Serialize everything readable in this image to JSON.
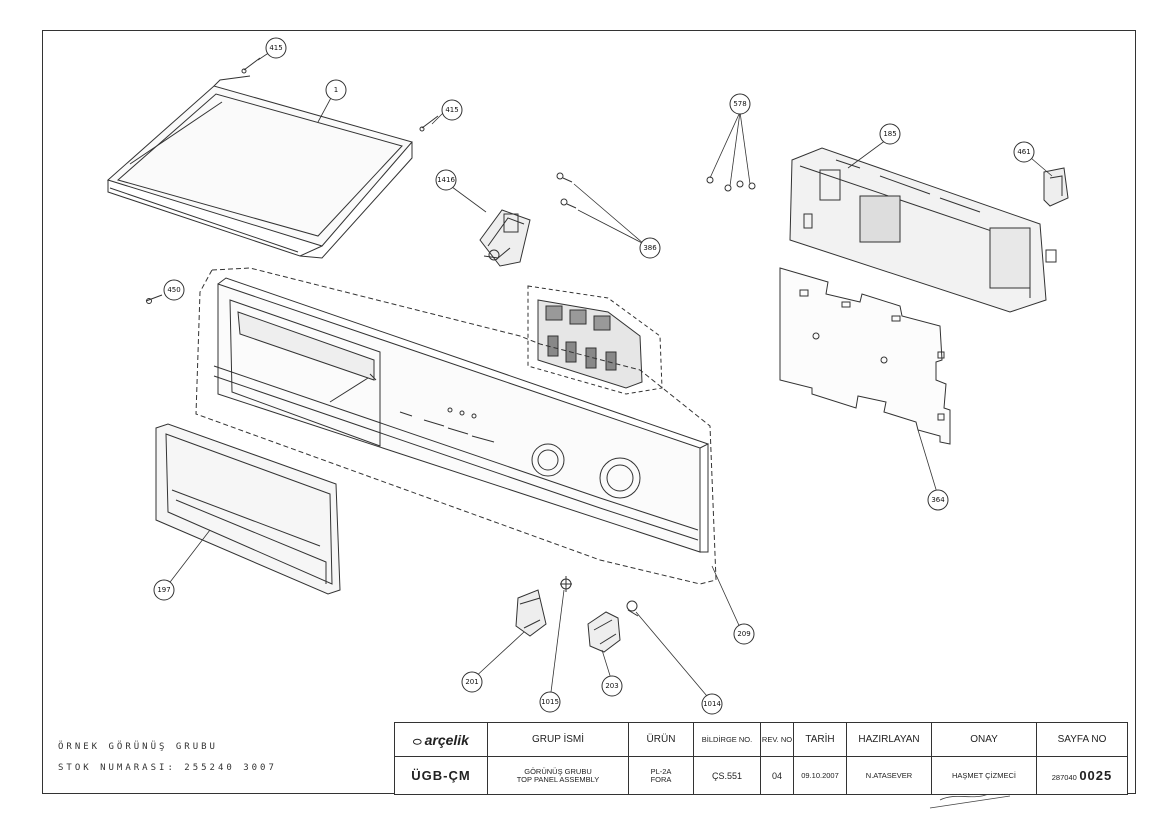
{
  "callouts": [
    {
      "id": "c415a",
      "label": "415"
    },
    {
      "id": "c1",
      "label": "1"
    },
    {
      "id": "c415b",
      "label": "415"
    },
    {
      "id": "c1416",
      "label": "1416"
    },
    {
      "id": "c386",
      "label": "386"
    },
    {
      "id": "c578",
      "label": "578"
    },
    {
      "id": "c185",
      "label": "185"
    },
    {
      "id": "c461",
      "label": "461"
    },
    {
      "id": "c450",
      "label": "450"
    },
    {
      "id": "c364",
      "label": "364"
    },
    {
      "id": "c197",
      "label": "197"
    },
    {
      "id": "c209",
      "label": "209"
    },
    {
      "id": "c201",
      "label": "201"
    },
    {
      "id": "c1015",
      "label": "1015"
    },
    {
      "id": "c203",
      "label": "203"
    },
    {
      "id": "c1014",
      "label": "1014"
    }
  ],
  "notes": {
    "group_label": "ÖRNEK GÖRÜNÜŞ GRUBU",
    "stock_label": "STOK NUMARASI: 255240 3007"
  },
  "title_block": {
    "brand": "arçelik",
    "headers": {
      "group_name": "GRUP İSMİ",
      "product": "ÜRÜN",
      "bildirge_no": "BİLDİRGE NO.",
      "rev_no": "REV. NO",
      "date": "TARİH",
      "prepared": "HAZIRLAYAN",
      "approval": "ONAY",
      "page_no": "SAYFA NO"
    },
    "values": {
      "code": "ÜGB-ÇM",
      "group_name_tr": "GÖRÜNÜŞ GRUBU",
      "group_name_en": "TOP PANEL ASSEMBLY",
      "product_line1": "PL-2A",
      "product_line2": "FORA",
      "bildirge_no": "ÇS.551",
      "rev_no": "04",
      "date": "09.10.2007",
      "prepared": "N.ATASEVER",
      "approval": "HAŞMET ÇİZMECİ",
      "page_prefix": "287040",
      "page_no": "0025"
    }
  }
}
